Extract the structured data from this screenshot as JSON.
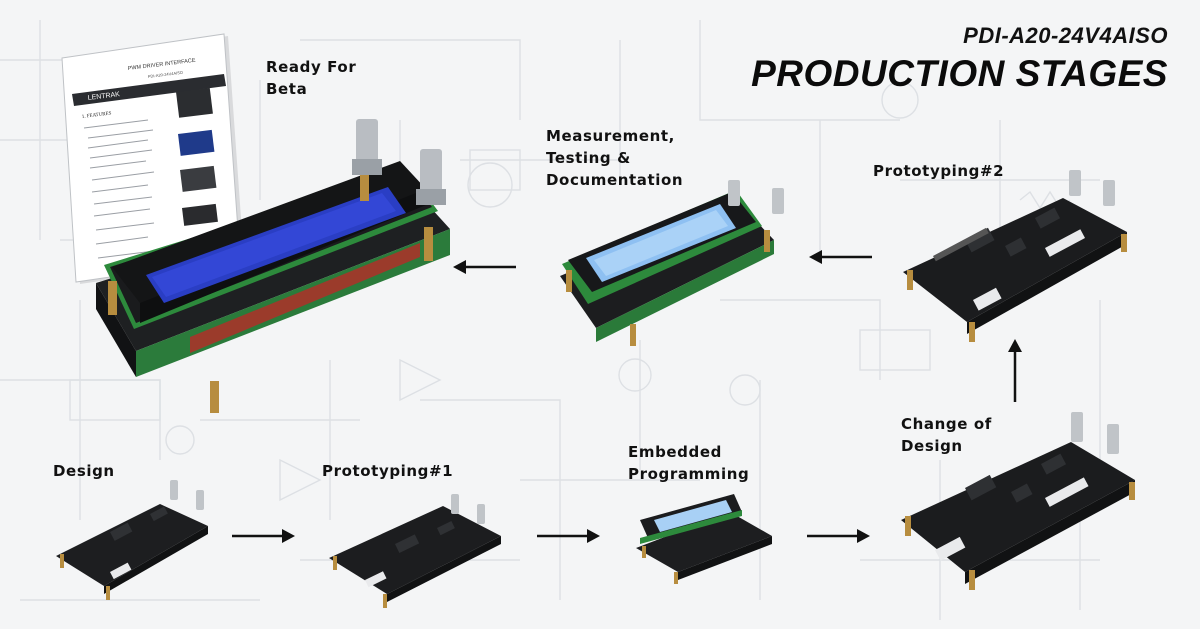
{
  "header": {
    "subtitle": "PDI-A20-24V4AISO",
    "title": "PRODUCTION STAGES"
  },
  "stages": {
    "design": "Design",
    "prototyping1": "Prototyping#1",
    "embedded": "Embedded\nProgramming",
    "change": "Change of\nDesign",
    "prototyping2": "Prototyping#2",
    "measurement": "Measurement,\nTesting &\nDocumentation",
    "ready": "Ready For\nBeta"
  },
  "document": {
    "brand": "LENTRAK",
    "heading": "PWM DRIVER INTERFACE",
    "model": "PDI-A20-24V4AISO",
    "section": "1. FEATURES"
  },
  "colors": {
    "pcb": "#1c1d1f",
    "pcb_green": "#2f7a3a",
    "lcd_blue": "#2b3fc8",
    "lcd_light": "#8fc0f2",
    "brass": "#b78d3f",
    "arrow": "#111111"
  }
}
